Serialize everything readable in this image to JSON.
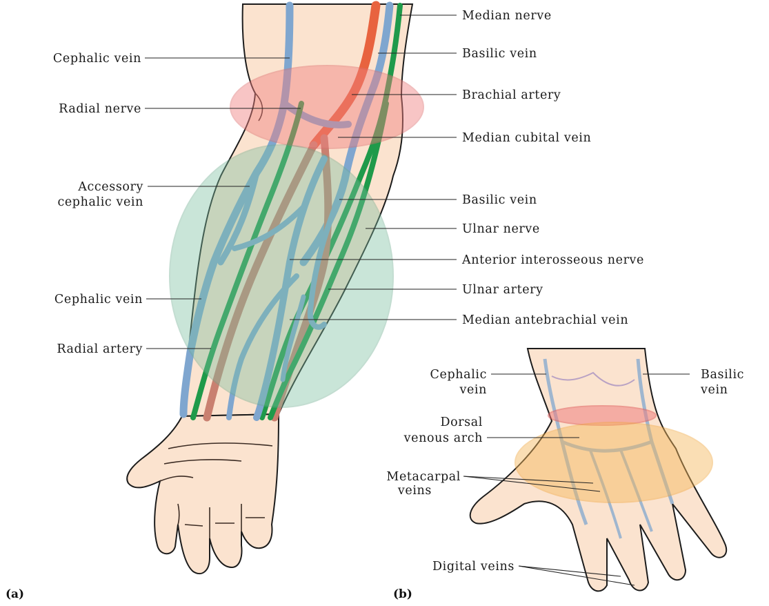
{
  "figure": {
    "panel_a": "(a)",
    "panel_b": "(b)"
  },
  "labels_a_left": {
    "cephalic_vein_upper": "Cephalic vein",
    "radial_nerve": "Radial nerve",
    "accessory_cephalic_vein_1": "Accessory",
    "accessory_cephalic_vein_2": "cephalic vein",
    "cephalic_vein_lower": "Cephalic vein",
    "radial_artery": "Radial artery"
  },
  "labels_a_right": {
    "median_nerve": "Median nerve",
    "basilic_vein_upper": "Basilic vein",
    "brachial_artery": "Brachial artery",
    "median_cubital_vein": "Median cubital vein",
    "basilic_vein_lower": "Basilic vein",
    "ulnar_nerve": "Ulnar nerve",
    "anterior_interosseous_nerve": "Anterior interosseous nerve",
    "ulnar_artery": "Ulnar artery",
    "median_antebrachial_vein": "Median antebrachial vein"
  },
  "labels_b": {
    "cephalic_vein_1": "Cephalic",
    "cephalic_vein_2": "vein",
    "basilic_vein_1": "Basilic",
    "basilic_vein_2": "vein",
    "dorsal_venous_arch_1": "Dorsal",
    "dorsal_venous_arch_2": "venous arch",
    "metacarpal_veins_1": "Metacarpal",
    "metacarpal_veins_2": "veins",
    "digital_veins": "Digital veins"
  },
  "colors": {
    "skin": "#fbe3cf",
    "vein": "#7fa6cf",
    "artery": "#c98070",
    "artery_bright": "#e8633f",
    "nerve": "#1f9a4a",
    "red_zone": "#f08080",
    "green_zone": "#7bbfa0",
    "orange_zone": "#f6b75a"
  }
}
